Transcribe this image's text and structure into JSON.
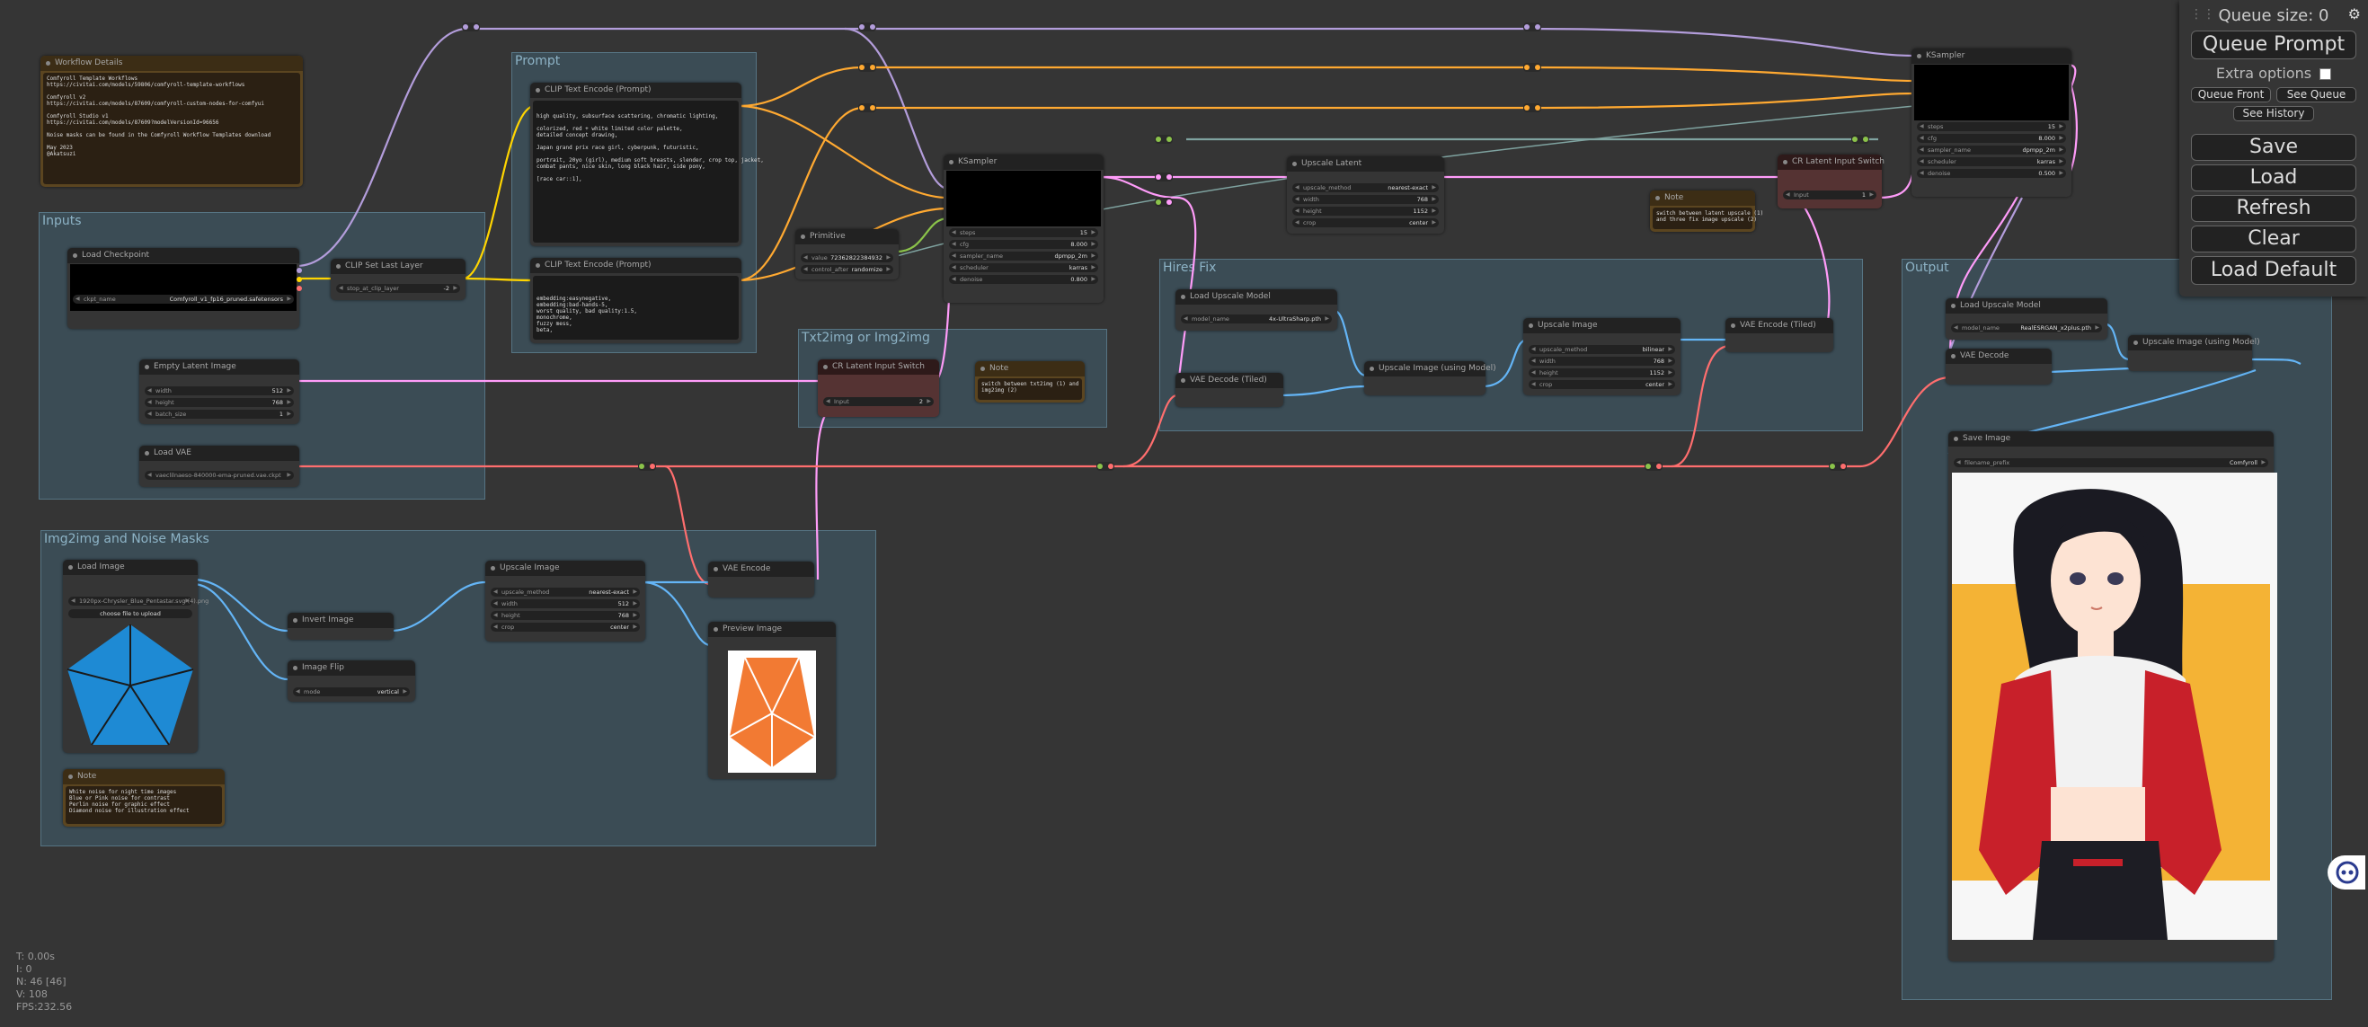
{
  "groups": {
    "inputs": "Inputs",
    "prompt": "Prompt",
    "txt2img": "Txt2img or Img2img",
    "img2img": "Img2img and Noise Masks",
    "hires": "Hires Fix",
    "output": "Output"
  },
  "nodes": {
    "workflow_details": {
      "title": "Workflow Details",
      "text": "Comfyroll Template Workflows\nhttps://civitai.com/models/59806/comfyroll-template-workflows\n\nComfyroll v2\nhttps://civitai.com/models/87609/comfyroll-custom-nodes-for-comfyui\n\nComfyroll Studio v1\nhttps://civitai.com/models/87609?modelVersionId=96656\n\nNoise masks can be found in the Comfyroll Workflow Templates download\n\nMay 2023\n@Akatsuzi"
    },
    "load_checkpoint": {
      "title": "Load Checkpoint",
      "w_label": "ckpt_name",
      "w_value": "Comfyroll_v1_fp16_pruned.safetensors"
    },
    "clip_set_last": {
      "title": "CLIP Set Last Layer",
      "w_label": "stop_at_clip_layer",
      "w_value": "-2"
    },
    "clip_pos": {
      "title": "CLIP Text Encode (Prompt)",
      "text": "high quality, subsurface scattering, chromatic lighting,\n\ncolorized, red + white limited color palette,\ndetailed concept drawing,\n\nJapan grand prix race girl, cyberpunk, futuristic,\n\nportrait, 20yo (girl), medium soft breasts, slender, crop top, jacket,\ncombat pants, nice skin, long black hair, side pony,\n\n[race car::1],"
    },
    "clip_neg": {
      "title": "CLIP Text Encode (Prompt)",
      "text": "embedding:easynegative,\nembedding:bad-hands-5,\nworst quality, bad quality:1.5,\nmonochrome,\nfuzzy mess,\nbeta,"
    },
    "empty_latent": {
      "title": "Empty Latent Image",
      "widgets": [
        [
          "width",
          "512"
        ],
        [
          "height",
          "768"
        ],
        [
          "batch_size",
          "1"
        ]
      ]
    },
    "load_vae": {
      "title": "Load VAE",
      "w_value": "vaeclilnaeso-840000-ema-pruned.vae.ckpt"
    },
    "primitive": {
      "title": "Primitive",
      "widgets": [
        [
          "value",
          "72362822384932"
        ],
        [
          "control_after",
          "randomize"
        ]
      ]
    },
    "ksampler1": {
      "title": "KSampler",
      "widgets": [
        [
          "steps",
          "15"
        ],
        [
          "cfg",
          "8.000"
        ],
        [
          "sampler_name",
          "dpmpp_2m"
        ],
        [
          "scheduler",
          "karras"
        ],
        [
          "denoise",
          "0.800"
        ]
      ]
    },
    "cr_latent_switch1": {
      "title": "CR Latent Input Switch",
      "w_label": "Input",
      "w_value": "2"
    },
    "note1": {
      "title": "Note",
      "text": "switch between txt2img (1) and\nimg2img (2)"
    },
    "upscale_latent": {
      "title": "Upscale Latent",
      "widgets": [
        [
          "upscale_method",
          "nearest-exact"
        ],
        [
          "width",
          "768"
        ],
        [
          "height",
          "1152"
        ],
        [
          "crop",
          "center"
        ]
      ]
    },
    "load_upscale1": {
      "title": "Load Upscale Model",
      "w_label": "model_name",
      "w_value": "4x-UltraSharp.pth"
    },
    "vae_decode_tiled": {
      "title": "VAE Decode (Tiled)"
    },
    "upscale_img_model1": {
      "title": "Upscale Image (using Model)"
    },
    "upscale_image1": {
      "title": "Upscale Image",
      "widgets": [
        [
          "upscale_method",
          "bilinear"
        ],
        [
          "width",
          "768"
        ],
        [
          "height",
          "1152"
        ],
        [
          "crop",
          "center"
        ]
      ]
    },
    "vae_encode_tiled": {
      "title": "VAE Encode (Tiled)"
    },
    "cr_latent_switch2": {
      "title": "CR Latent Input Switch",
      "w_label": "Input",
      "w_value": "1"
    },
    "note2": {
      "title": "Note",
      "text": "switch between latent upscale (1)\nand three fix image upscale (2)"
    },
    "ksampler2": {
      "title": "KSampler",
      "widgets": [
        [
          "steps",
          "15"
        ],
        [
          "cfg",
          "8.000"
        ],
        [
          "sampler_name",
          "dpmpp_2m"
        ],
        [
          "scheduler",
          "karras"
        ],
        [
          "denoise",
          "0.500"
        ]
      ]
    },
    "load_upscale2": {
      "title": "Load Upscale Model",
      "w_label": "model_name",
      "w_value": "RealESRGAN_x2plus.pth"
    },
    "vae_decode": {
      "title": "VAE Decode"
    },
    "upscale_img_model2": {
      "title": "Upscale Image (using Model)"
    },
    "save_image": {
      "title": "Save Image",
      "w_label": "filename_prefix",
      "w_value": "Comfyroll"
    },
    "load_image": {
      "title": "Load Image",
      "w_value": "1920px-Chrysler_Blue_Pentastar.svg (4).png",
      "upload": "choose file to upload"
    },
    "invert_image": {
      "title": "Invert Image"
    },
    "image_flip": {
      "title": "Image Flip",
      "w_label": "mode",
      "w_value": "vertical"
    },
    "upscale_image2": {
      "title": "Upscale Image",
      "widgets": [
        [
          "upscale_method",
          "nearest-exact"
        ],
        [
          "width",
          "512"
        ],
        [
          "height",
          "768"
        ],
        [
          "crop",
          "center"
        ]
      ]
    },
    "vae_encode": {
      "title": "VAE Encode"
    },
    "preview_image": {
      "title": "Preview Image"
    },
    "note3": {
      "title": "Note",
      "text": "White noise for night time images\nBlue or Pink noise for contrast\nPerlin noise for graphic effect\nDiamond noise for illustration effect"
    }
  },
  "panel": {
    "queue_size": "Queue size: 0",
    "queue_prompt": "Queue Prompt",
    "extra_options": "Extra options",
    "queue_front": "Queue Front",
    "see_queue": "See Queue",
    "see_history": "See History",
    "save": "Save",
    "load": "Load",
    "refresh": "Refresh",
    "clear": "Clear",
    "load_default": "Load Default"
  },
  "stats": {
    "t": "T: 0.00s",
    "i": "I: 0",
    "n": "N: 46 [46]",
    "v": "V: 108",
    "fps": "FPS:232.56"
  },
  "colors": {
    "model": "#b39ddb",
    "clip": "#ffd500",
    "conditioning": "#ffa931",
    "latent": "#ff9cf9",
    "vae": "#ff6e6e",
    "image": "#64b5f6",
    "int": "#8bc34a"
  }
}
